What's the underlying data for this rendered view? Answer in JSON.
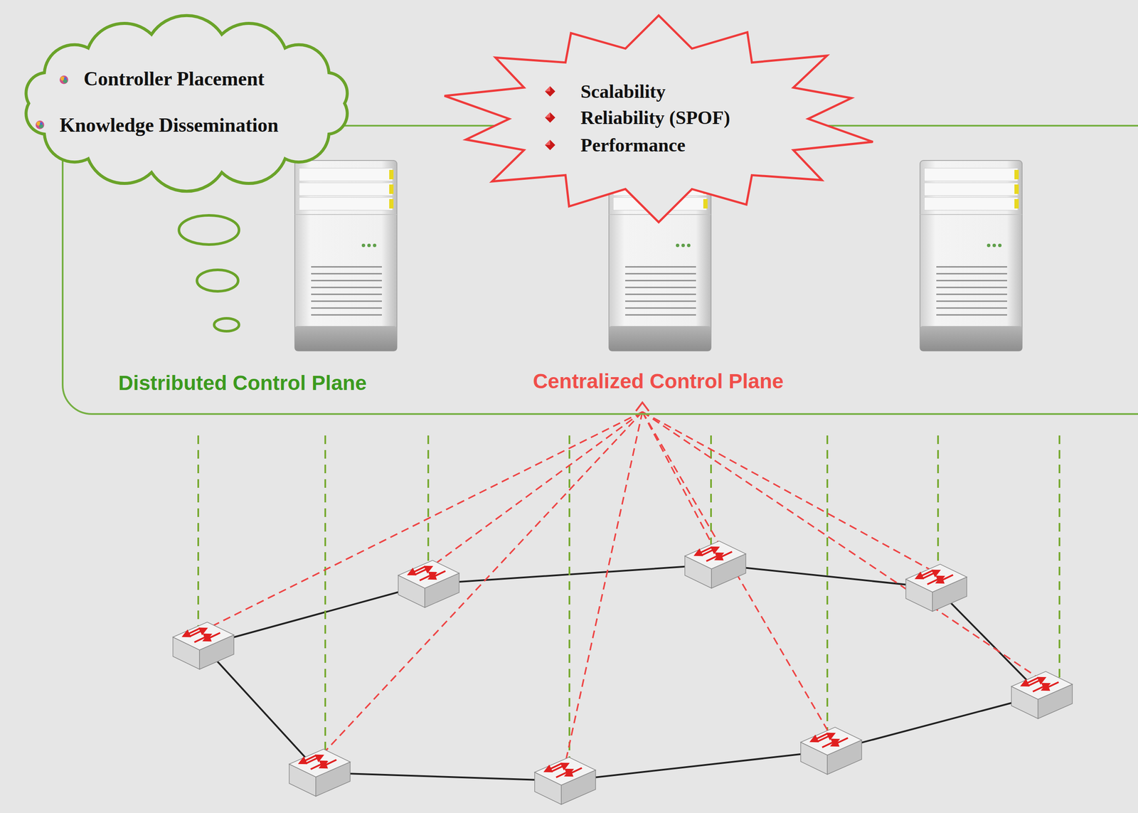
{
  "diagram": {
    "nodes": [
      {
        "text": [
          "Distributed Control Plane",
          "Centralized Control Plane"
        ]
      },
      {
        "text": [
          "Controller Placement",
          "Knowledge Dissemination"
        ]
      },
      {
        "text": [
          "Scalability",
          "Reliability (SPOF)",
          "Performance"
        ]
      }
    ]
  }
}
